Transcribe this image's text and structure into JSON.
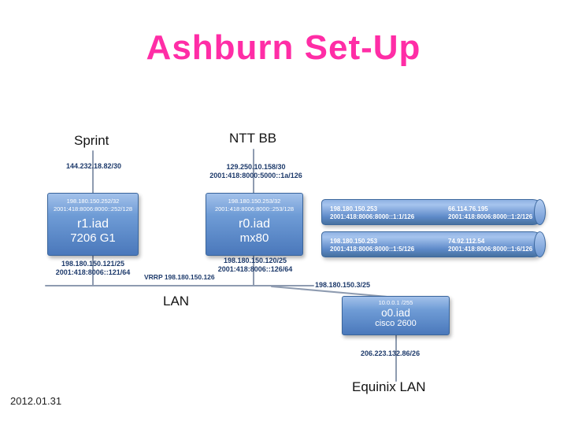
{
  "title": "Ashburn Set-Up",
  "date": "2012.01.31",
  "uplinks": {
    "sprint": {
      "label": "Sprint",
      "ip": "144.232.18.82/30"
    },
    "ntt": {
      "label": "NTT BB",
      "ipv4": "129.250.10.158/30",
      "ipv6": "2001:418:8000:5000::1a/126"
    }
  },
  "routers": {
    "r1": {
      "loopback_ipv4": "198.180.150.252/32",
      "loopback_ipv6": "2001:418:8006:8000::252/128",
      "name": "r1.iad",
      "model": "7206 G1",
      "lan_ipv4": "198.180.150.121/25",
      "lan_ipv6": "2001:418:8006::121/64"
    },
    "r0": {
      "loopback_ipv4": "198.180.150.253/32",
      "loopback_ipv6": "2001:418:8006:8000::253/128",
      "name": "r0.iad",
      "model": "mx80",
      "lan_ipv4": "198.180.150.120/25",
      "lan_ipv6": "2001:418:8006::126/64"
    },
    "o0": {
      "ip": "10.0.0.1 /255",
      "name": "o0.iad",
      "model": "cisco 2600",
      "uplink_ip": "198.180.150.3/25",
      "downlink_ip": "206.223.132.86/26"
    }
  },
  "transit_links": [
    {
      "left_ipv4": "198.180.150.253",
      "left_ipv6": "2001:418:8006:8000::1:1/126",
      "right_ipv4": "66.114.76.195",
      "right_ipv6": "2001:418:8006:8000::1:2/126"
    },
    {
      "left_ipv4": "198.180.150.253",
      "left_ipv6": "2001:418:8006:8000::1:5/126",
      "right_ipv4": "74.92.112.54",
      "right_ipv6": "2001:418:8006:8000::1:6/126"
    }
  ],
  "lan": {
    "label": "LAN",
    "vrrp": "VRRP 198.180.150.126"
  },
  "equinix": {
    "label": "Equinix LAN"
  }
}
